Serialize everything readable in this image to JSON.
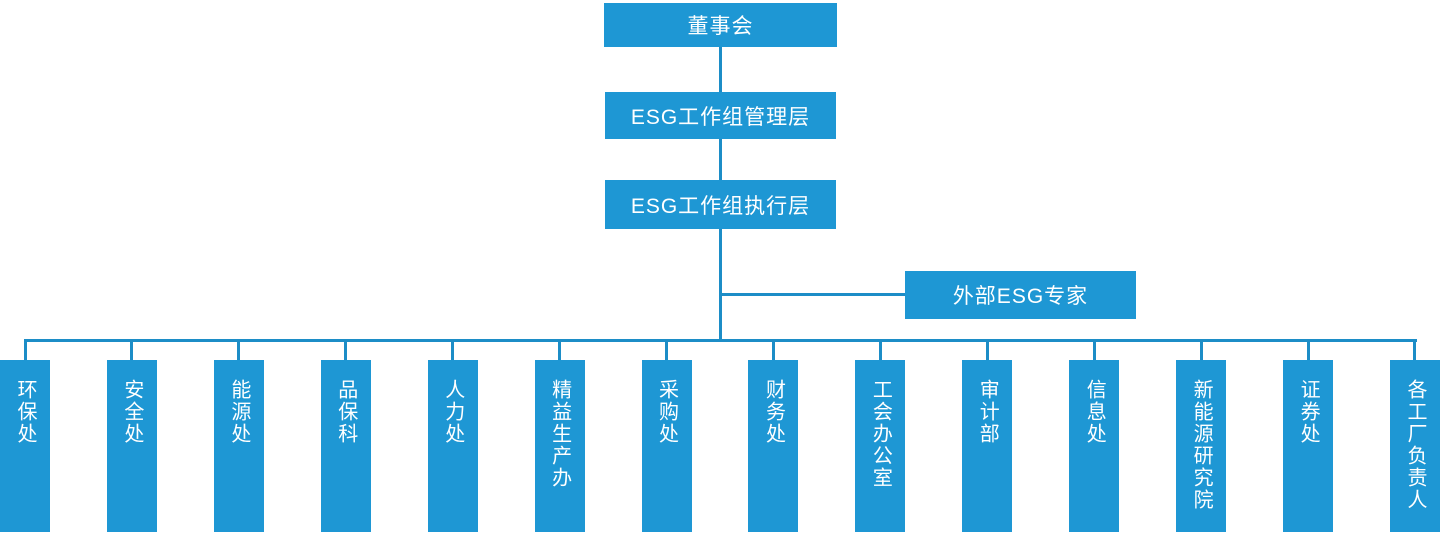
{
  "colors": {
    "node_fill": "#1E97D4",
    "connector": "#1C8DC7",
    "node_text": "#FFFFFF",
    "background": "#FFFFFF"
  },
  "org_chart": {
    "root_label": "董事会",
    "management_label": "ESG工作组管理层",
    "execution_label": "ESG工作组执行层",
    "external_expert_label": "外部ESG专家",
    "departments": [
      "环保处",
      "安全处",
      "能源处",
      "品保科",
      "人力处",
      "精益生产办",
      "采购处",
      "财务处",
      "工会办公室",
      "审计部",
      "信息处",
      "新能源研究院",
      "证券处",
      "各工厂负责人"
    ]
  }
}
